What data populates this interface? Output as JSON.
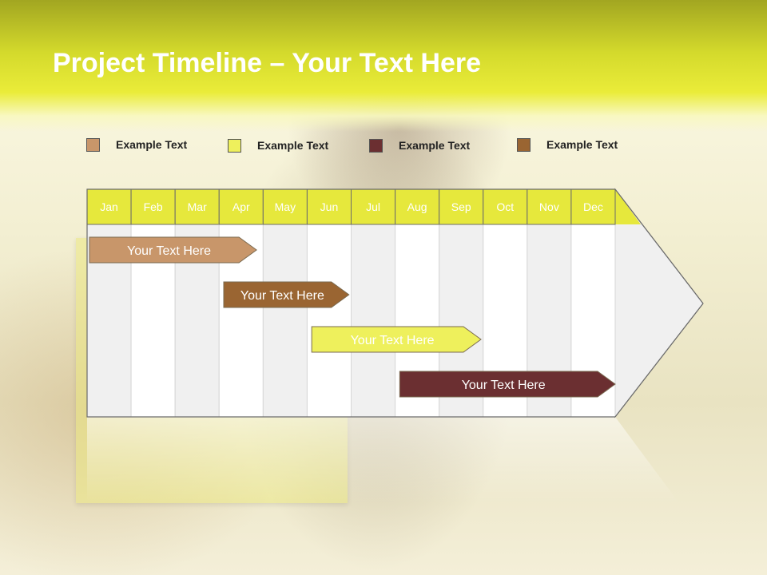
{
  "title": {
    "bold": "Project Timeline",
    "rest": " – Your Text Here"
  },
  "legend": [
    {
      "label": "Example Text",
      "color": "#c8966a"
    },
    {
      "label": "Example Text",
      "color": "#eef05c"
    },
    {
      "label": "Example Text",
      "color": "#6b2f31"
    },
    {
      "label": "Example Text",
      "color": "#9a6532"
    }
  ],
  "months": [
    "Jan",
    "Feb",
    "Mar",
    "Apr",
    "May",
    "Jun",
    "Jul",
    "Aug",
    "Sep",
    "Oct",
    "Nov",
    "Dec"
  ],
  "tasks": [
    {
      "label": "Your  Text Here",
      "start_month": 0,
      "end_month": 3.85,
      "fill": "#c8966a",
      "text_color": "#ffffff"
    },
    {
      "label": "Your  Text Here",
      "start_month": 3.05,
      "end_month": 5.95,
      "fill": "#9a6532",
      "text_color": "#ffffff"
    },
    {
      "label": "Your  Text Here",
      "start_month": 5.05,
      "end_month": 8.95,
      "fill": "#eef05c",
      "text_color": "#ffffff"
    },
    {
      "label": "Your  Text Here",
      "start_month": 7.05,
      "end_month": 12.0,
      "fill": "#6b2f31",
      "text_color": "#ffffff"
    }
  ],
  "colors": {
    "header_band": "#e6e83c",
    "column_light": "#f0f0f0",
    "column_white": "#ffffff",
    "border": "#6b6b6b"
  }
}
